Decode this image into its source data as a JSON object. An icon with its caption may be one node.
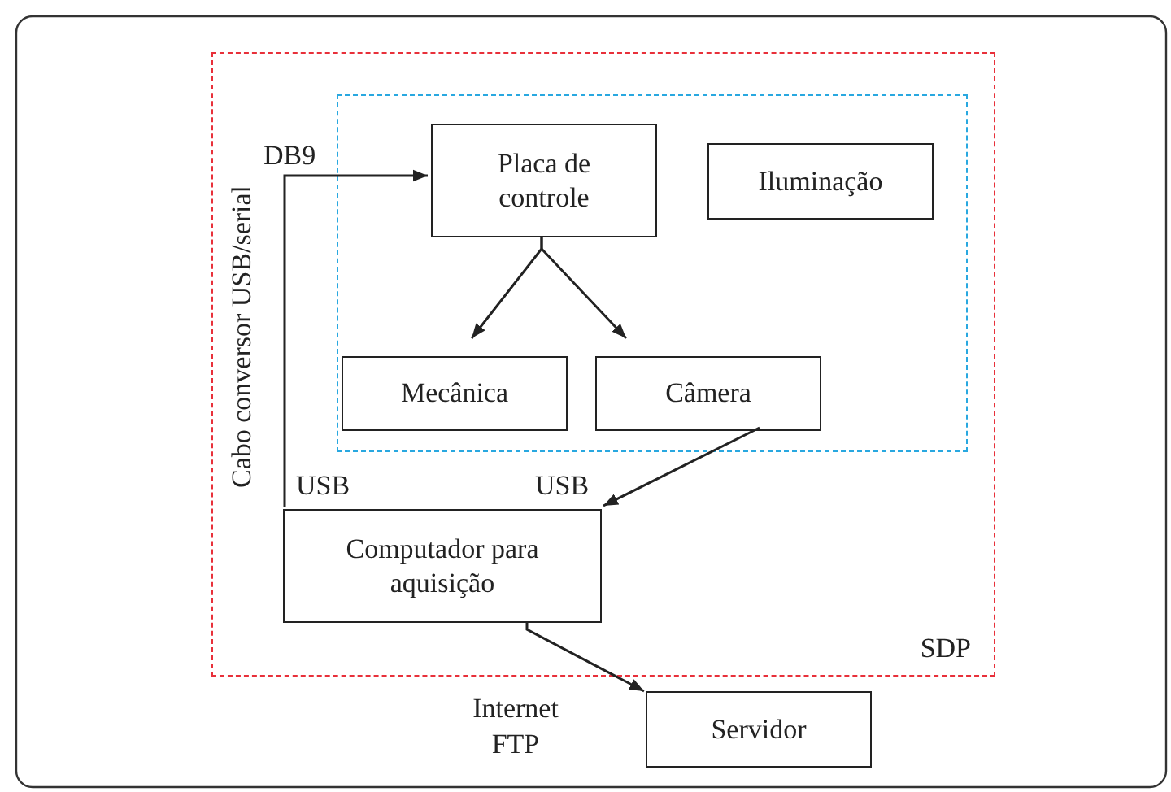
{
  "diagram": {
    "nodes": [
      {
        "text": [
          "SDP"
        ]
      },
      {
        "text": [],
        "shape": "box",
        "in": 0
      },
      {
        "text": [
          "Placa de controle"
        ],
        "in": 1
      },
      {
        "text": [
          "Iluminação"
        ],
        "in": 1
      },
      {
        "text": [
          "Mecânica"
        ],
        "in": 1
      },
      {
        "text": [
          "Câmera"
        ],
        "in": 1
      },
      {
        "text": [
          "Computador para aquisição"
        ],
        "in": 0
      },
      {
        "text": [
          "Servidor"
        ]
      }
    ],
    "edges": [
      {
        "from": 6,
        "to": 2,
        "arrow": "to"
      },
      {
        "from": 2,
        "to": 4,
        "arrow": "to"
      },
      {
        "from": 2,
        "to": 5,
        "arrow": "to"
      },
      {
        "from": 5,
        "to": 6,
        "arrow": "to"
      },
      {
        "from": 6,
        "to": 7,
        "arrow": "to",
        "label": "Internet FTP"
      }
    ],
    "labels": [
      "DB9",
      "Cabo conversor USB/serial",
      "USB",
      "USB"
    ]
  }
}
